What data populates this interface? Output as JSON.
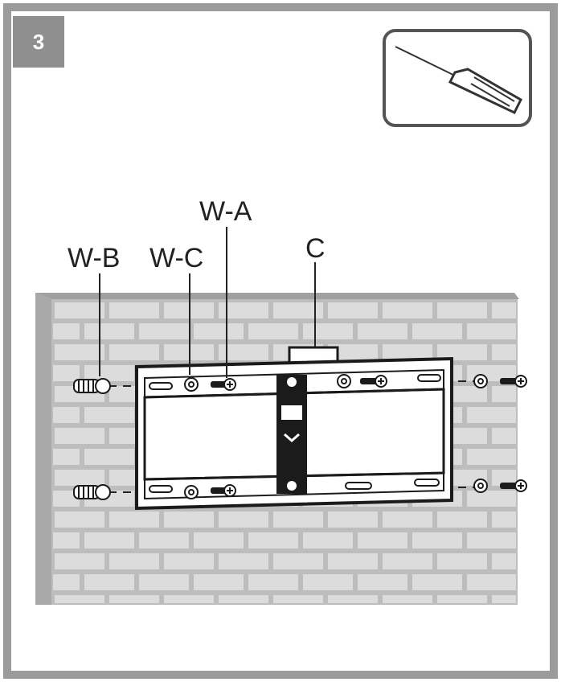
{
  "step": {
    "number": "3"
  },
  "tool": {
    "icon": "screwdriver-icon"
  },
  "labels": {
    "wa": "W-A",
    "wb": "W-B",
    "wc": "W-C",
    "c": "C"
  },
  "colors": {
    "frame": "#9b9b9b",
    "wall": "#c9c9c9",
    "wall_side": "#a8a8a8",
    "brick": "#d9d9d9",
    "mortar": "#bdbdbd",
    "bracket": "#1b1b1b"
  }
}
